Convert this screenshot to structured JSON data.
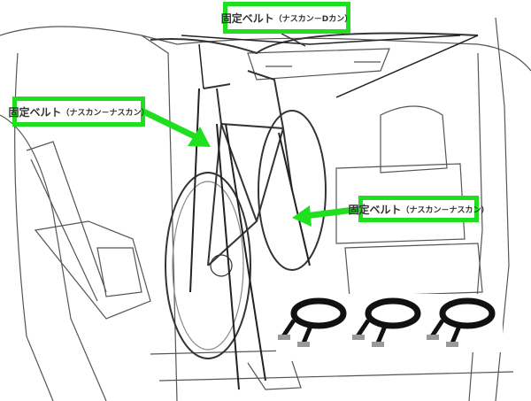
{
  "labels": {
    "top": {
      "main": "固定ベルト",
      "sub": "（ナスカン－Dカン）"
    },
    "left": {
      "main": "固定ベルト",
      "sub": "（ナスカン－ナスカン）"
    },
    "right": {
      "main": "固定ベルト",
      "sub": "（ナスカン－ナスカン）"
    }
  },
  "colors": {
    "accent": "#1fe01f",
    "line": "#444444",
    "strap": "#111111"
  },
  "straps": [
    {
      "name": "strap-1"
    },
    {
      "name": "strap-2"
    },
    {
      "name": "strap-3"
    }
  ]
}
